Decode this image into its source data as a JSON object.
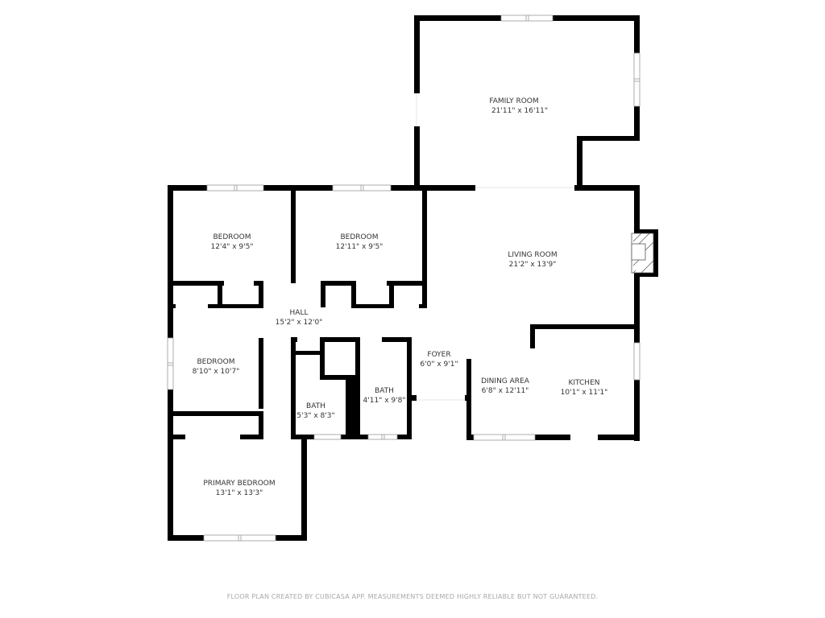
{
  "title": "Floor Plan",
  "rooms": {
    "family_room": {
      "name": "FAMILY ROOM",
      "dimensions": "21'11\" x 16'11\""
    },
    "bedroom_1": {
      "name": "BEDROOM",
      "dimensions": "12'4\" x 9'5\""
    },
    "bedroom_2": {
      "name": "BEDROOM",
      "dimensions": "12'11\" x 9'5\""
    },
    "living_room": {
      "name": "LIVING ROOM",
      "dimensions": "21'2\" x 13'9\""
    },
    "hall": {
      "name": "HALL",
      "dimensions": "15'2\" x 12'0\""
    },
    "bedroom_3": {
      "name": "BEDROOM",
      "dimensions": "8'10\" x 10'7\""
    },
    "foyer": {
      "name": "FOYER",
      "dimensions": "6'0\" x 9'1\""
    },
    "bath_1": {
      "name": "BATH",
      "dimensions": "5'3\" x 8'3\""
    },
    "bath_2": {
      "name": "BATH",
      "dimensions": "4'11\" x 9'8\""
    },
    "dining_area": {
      "name": "DINING AREA",
      "dimensions": "6'8\" x 12'11\""
    },
    "kitchen": {
      "name": "KITCHEN",
      "dimensions": "10'1\" x 11'1\""
    },
    "primary_bedroom": {
      "name": "PRIMARY BEDROOM",
      "dimensions": "13'1\" x 13'3\""
    }
  },
  "features": {
    "fireplace": "fireplace"
  },
  "footer": {
    "disclaimer": "FLOOR PLAN CREATED BY CUBICASA APP. MEASUREMENTS DEEMED HIGHLY RELIABLE BUT NOT GUARANTEED."
  },
  "colors": {
    "wall": "#000000",
    "label": "#333333",
    "footer": "#a8a8a8"
  }
}
